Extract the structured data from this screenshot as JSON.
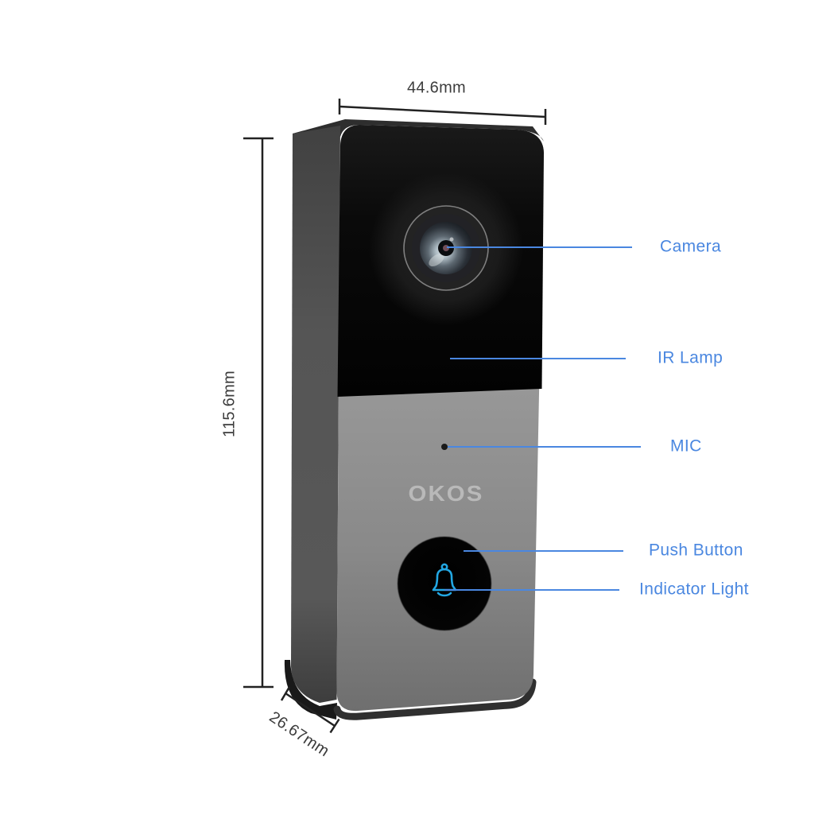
{
  "product": {
    "brand_logo": "OKOS"
  },
  "dimensions": {
    "width": "44.6mm",
    "height": "115.6mm",
    "depth": "26.67mm"
  },
  "callouts": {
    "camera": {
      "label": "Camera"
    },
    "ir_lamp": {
      "label": "IR Lamp"
    },
    "mic": {
      "label": "MIC"
    },
    "push_button": {
      "label": "Push Button"
    },
    "indicator_light": {
      "label": "Indicator Light"
    }
  },
  "icons": {
    "bell": {
      "name": "bell-icon",
      "glyph": "🔔"
    }
  },
  "colors": {
    "accent_blue": "#4a87e0",
    "bell_icon_blue": "#22a7e3",
    "dimension_ink": "#222222",
    "body_gray": "#8c8c8c",
    "panel_black": "#070707",
    "logo_gray": "#b9b9b9",
    "background": "#ffffff"
  }
}
